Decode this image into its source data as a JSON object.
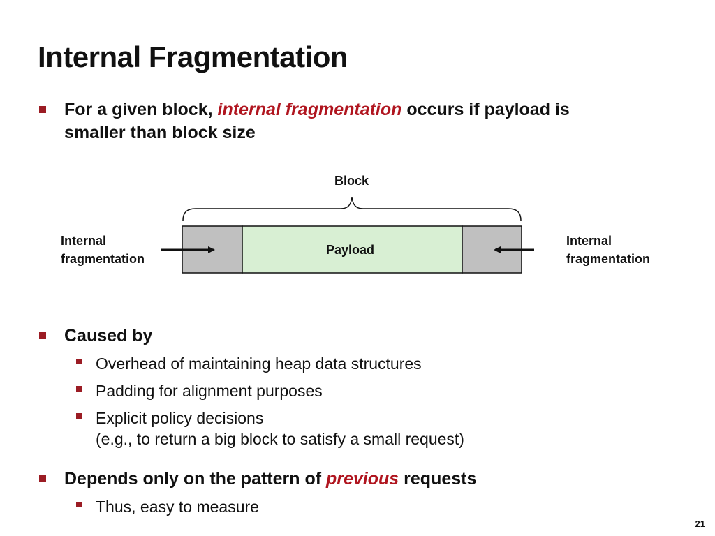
{
  "slide": {
    "title": "Internal Fragmentation",
    "bullet1": {
      "prefix": "For a given block, ",
      "emphasis": "internal fragmentation",
      "suffix_line1": " occurs if payload is",
      "line2": "smaller than block size"
    },
    "diagram": {
      "block_label": "Block",
      "payload_label": "Payload",
      "left_label_line1": "Internal",
      "left_label_line2": "fragmentation",
      "right_label_line1": "Internal",
      "right_label_line2": "fragmentation",
      "colors": {
        "padding_fill": "#c0c0c0",
        "payload_fill": "#d8efd3",
        "stroke": "#111111"
      }
    },
    "bullet2": {
      "heading": "Caused by",
      "items": [
        "Overhead of maintaining heap data structures",
        "Padding for alignment purposes",
        "Explicit policy decisions",
        "(e.g., to return a big block to satisfy a small request)"
      ]
    },
    "bullet3": {
      "prefix": "Depends only on the pattern of ",
      "emphasis": "previous",
      "suffix": " requests",
      "items": [
        "Thus, easy to measure"
      ]
    },
    "page_number": "21",
    "accent_color": "#b0151f"
  }
}
